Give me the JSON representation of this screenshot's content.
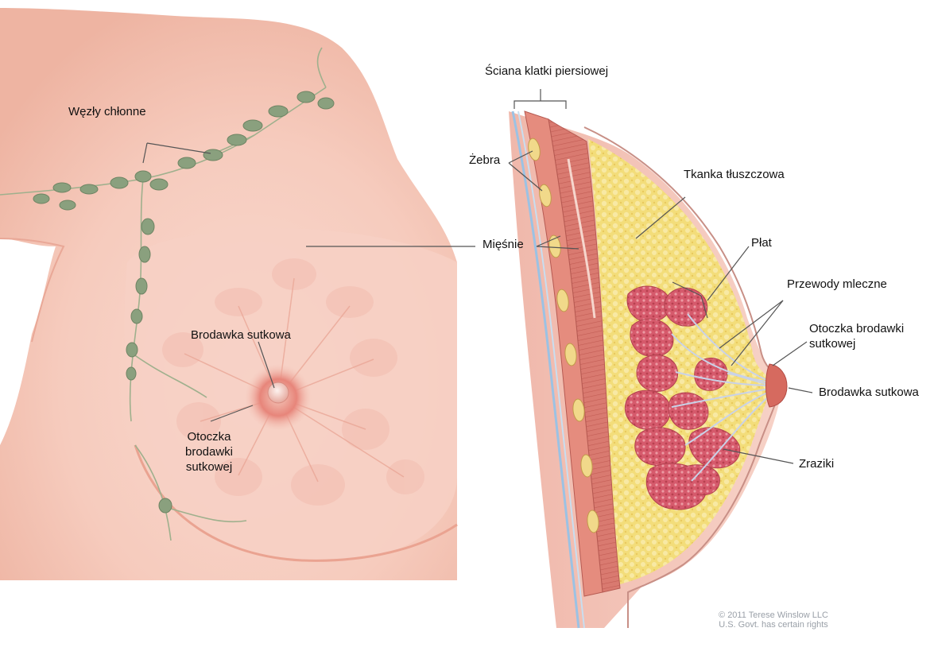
{
  "left_view": {
    "lymph_nodes_label": "Węzły chłonne",
    "muscles_label": "Mięśnie",
    "nipple_label": "Brodawka sutkowa",
    "areola_label_lines": [
      "Otoczka",
      "brodawki",
      "sutkowej"
    ]
  },
  "right_view": {
    "chest_wall_label": "Ściana klatki piersiowej",
    "ribs_label": "Żebra",
    "fat_label": "Tkanka tłuszczowa",
    "lobe_label": "Płat",
    "ducts_label": "Przewody mleczne",
    "areola_label_lines": [
      "Otoczka brodawki",
      "sutkowej"
    ],
    "nipple_label": "Brodawka sutkowa",
    "lobules_label": "Zraziki"
  },
  "copyright_lines": [
    "© 2011 Terese Winslow LLC",
    "U.S. Govt. has certain rights"
  ],
  "colors": {
    "skin": "#f6cfc4",
    "skin_shadow": "#efb3a3",
    "lymph_node": "#8aa07e",
    "fat": "#f3dd7a",
    "lobule": "#d45a6c",
    "muscle": "#d8766c",
    "leader_line": "#555555"
  }
}
